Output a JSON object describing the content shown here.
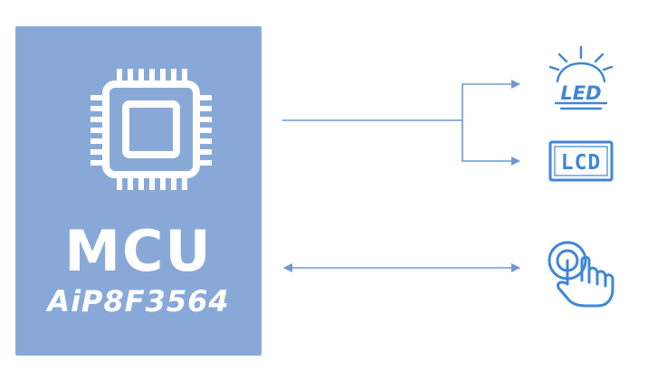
{
  "mcu": {
    "title": "MCU",
    "model": "AiP8F3564"
  },
  "peripherals": {
    "led_label": "LED",
    "lcd_label": "LCD"
  },
  "colors": {
    "box_fill": "#88a9d8",
    "line": "#6f98cf",
    "icon": "#3f86d8"
  },
  "icons": [
    "chip-icon",
    "led-icon",
    "lcd-icon",
    "touch-icon"
  ]
}
